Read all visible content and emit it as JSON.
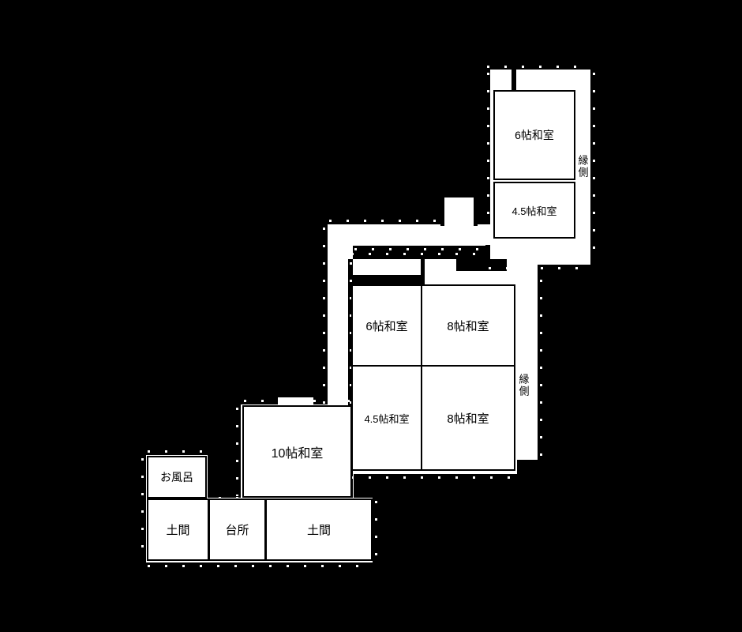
{
  "floorplan": {
    "colors": {
      "background": "#000000",
      "walls": "#000000",
      "room_fill": "#ffffff",
      "text": "#000000"
    },
    "rooms": [
      {
        "id": "washitsu-6-upper",
        "label": "6帖和室"
      },
      {
        "id": "washitsu-45-upper",
        "label": "4.5帖和室"
      },
      {
        "id": "engawa-upper",
        "label": "縁側",
        "orientation": "vertical"
      },
      {
        "id": "washitsu-6-mid",
        "label": "6帖和室"
      },
      {
        "id": "washitsu-8-mid",
        "label": "8帖和室"
      },
      {
        "id": "washitsu-45-mid",
        "label": "4.5帖和室"
      },
      {
        "id": "washitsu-8-lower",
        "label": "8帖和室"
      },
      {
        "id": "engawa-mid",
        "label": "縁側",
        "orientation": "vertical"
      },
      {
        "id": "washitsu-10",
        "label": "10帖和室"
      },
      {
        "id": "ofuro",
        "label": "お風呂"
      },
      {
        "id": "doma-left",
        "label": "土間"
      },
      {
        "id": "daidokoro",
        "label": "台所"
      },
      {
        "id": "doma-right",
        "label": "土間"
      }
    ]
  }
}
